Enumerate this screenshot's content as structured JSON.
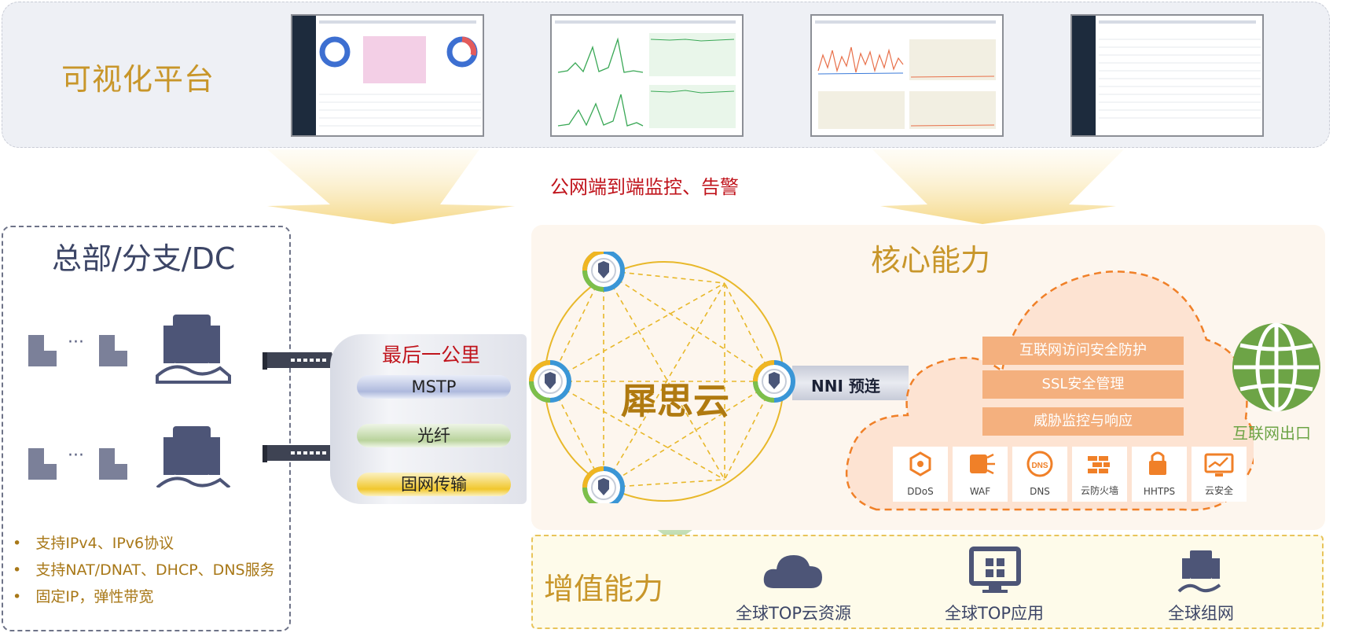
{
  "viz": {
    "title": "可视化平台"
  },
  "e2e_label": "公网端到端监控、告警",
  "hq": {
    "title": "总部/分支/DC",
    "ellipsis": "···",
    "bullets": [
      "支持IPv4、IPv6协议",
      "支持NAT/DNAT、DHCP、DNS服务",
      "固定IP，弹性带宽"
    ]
  },
  "last_mile": {
    "title": "最后一公里",
    "pipes": [
      {
        "label": "MSTP",
        "color": "#aeb9dd"
      },
      {
        "label": "光纤",
        "color": "#b9d39c"
      },
      {
        "label": "固网传输",
        "color": "#f1c72d"
      }
    ]
  },
  "core": {
    "title": "核心能力",
    "cloud_name": "犀思云",
    "nni_label": "NNI 预连",
    "features": [
      "互联网访问安全防护",
      "SSL安全管理",
      "威胁监控与响应"
    ],
    "services": [
      {
        "label": "DDoS",
        "icon": "ddos-icon"
      },
      {
        "label": "WAF",
        "icon": "waf-icon"
      },
      {
        "label": "DNS",
        "icon": "dns-icon"
      },
      {
        "label": "云防火墙",
        "icon": "firewall-icon"
      },
      {
        "label": "HHTPS",
        "icon": "https-icon"
      },
      {
        "label": "云安全",
        "icon": "cloud-security-icon"
      }
    ],
    "internet_exit": "互联网出口"
  },
  "value_added": {
    "title": "增值能力",
    "items": [
      {
        "label": "全球TOP云资源",
        "icon": "cloud-resource-icon"
      },
      {
        "label": "全球TOP应用",
        "icon": "application-icon"
      },
      {
        "label": "全球组网",
        "icon": "global-network-icon"
      }
    ]
  },
  "colors": {
    "accent": "#c8962a",
    "alert": "#c0141c",
    "navy": "#3c4566",
    "orange": "#f4b07e",
    "green": "#6da446"
  }
}
